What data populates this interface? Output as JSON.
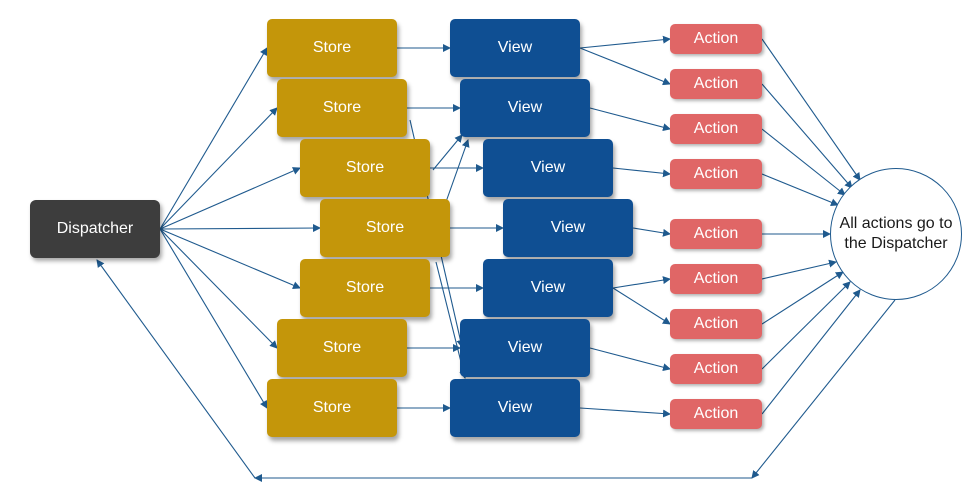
{
  "colors": {
    "dispatcher": "#3d3d3d",
    "store": "#c4960a",
    "view": "#0f4f93",
    "action": "#e06666",
    "arrow": "#1f5a8e"
  },
  "dispatcher": {
    "label": "Dispatcher"
  },
  "stores": [
    {
      "label": "Store"
    },
    {
      "label": "Store"
    },
    {
      "label": "Store"
    },
    {
      "label": "Store"
    },
    {
      "label": "Store"
    },
    {
      "label": "Store"
    },
    {
      "label": "Store"
    }
  ],
  "views": [
    {
      "label": "View"
    },
    {
      "label": "View"
    },
    {
      "label": "View"
    },
    {
      "label": "View"
    },
    {
      "label": "View"
    },
    {
      "label": "View"
    },
    {
      "label": "View"
    }
  ],
  "actions": [
    {
      "label": "Action"
    },
    {
      "label": "Action"
    },
    {
      "label": "Action"
    },
    {
      "label": "Action"
    },
    {
      "label": "Action"
    },
    {
      "label": "Action"
    },
    {
      "label": "Action"
    },
    {
      "label": "Action"
    },
    {
      "label": "Action"
    }
  ],
  "hub": {
    "label": "All actions go to the Dispatcher"
  }
}
